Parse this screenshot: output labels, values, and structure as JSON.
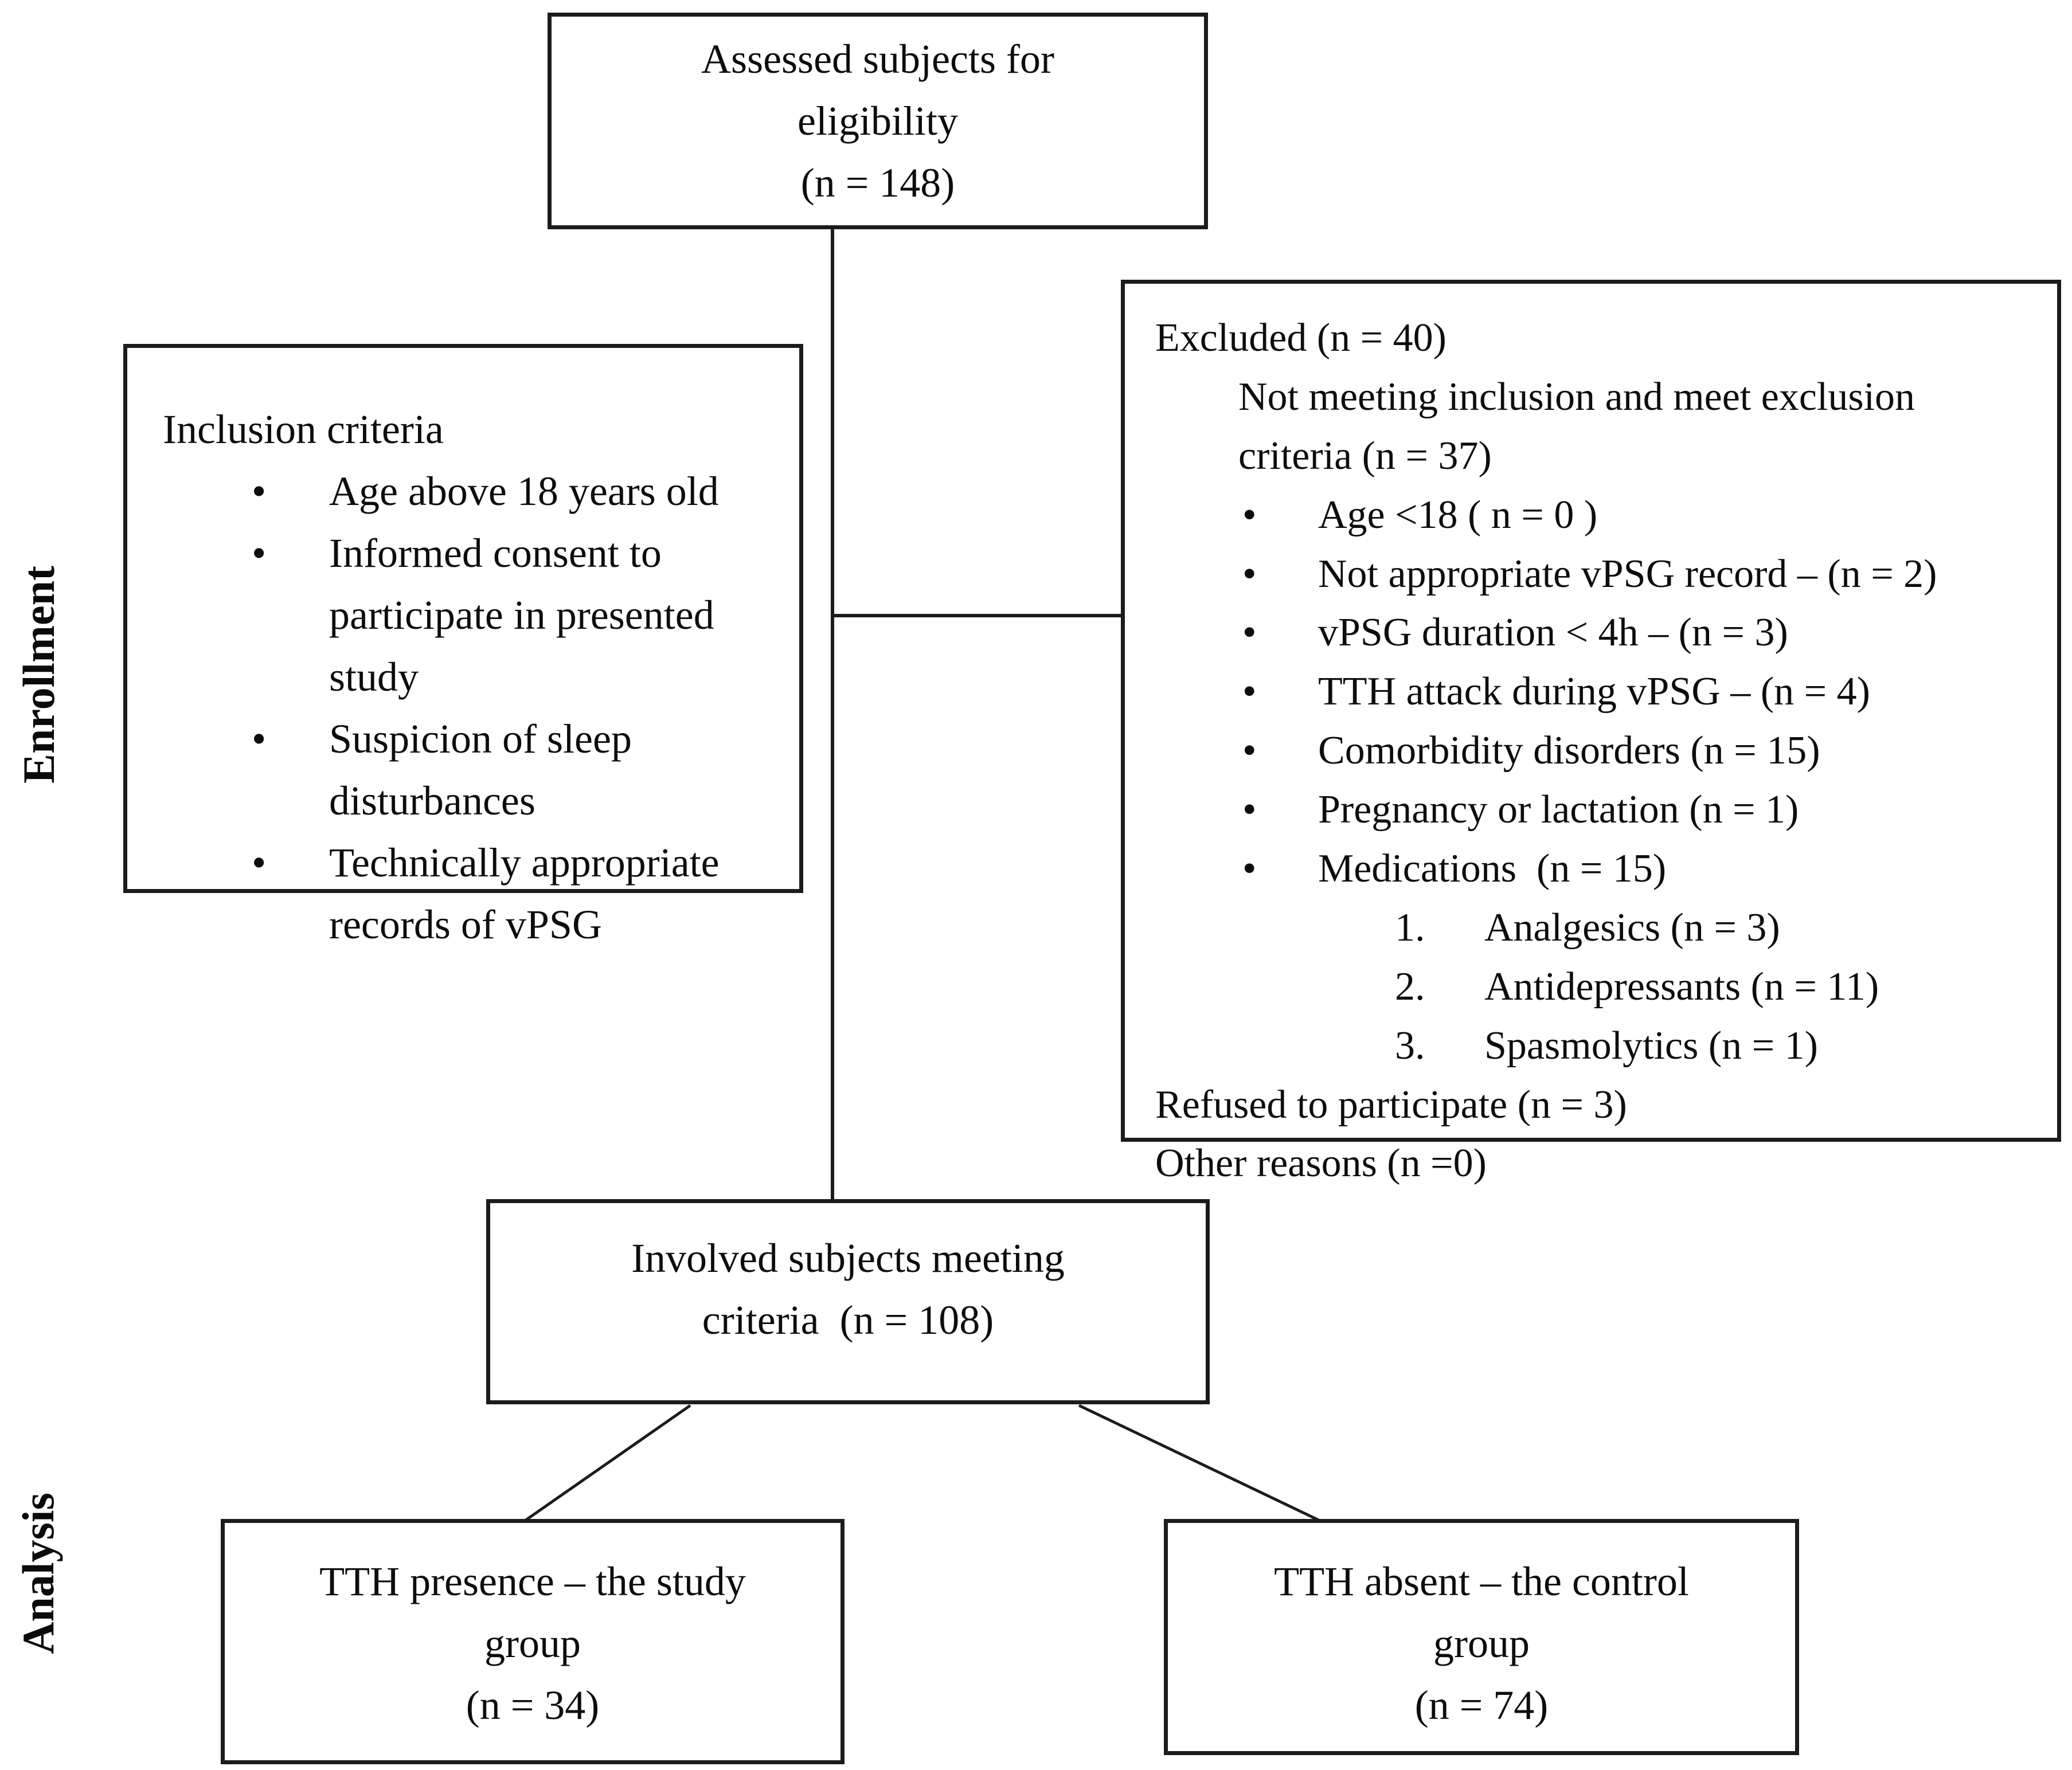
{
  "page": {
    "background": "#ffffff",
    "text_color": "#0d0d0d",
    "border_color": "#1c1c1c"
  },
  "side_labels": {
    "enrollment": "Enrollment",
    "analysis": "Analysis"
  },
  "boxes": {
    "assessed": {
      "lines": [
        "Assessed subjects for",
        "eligibility",
        "(n = 148)"
      ]
    },
    "inclusion": {
      "title": "Inclusion criteria",
      "bullets": [
        "Age above 18 years old",
        "Informed consent to\nparticipate in presented\nstudy",
        "Suspicion of sleep\ndisturbances",
        "Technically appropriate\nrecords of vPSG"
      ]
    },
    "excluded": {
      "title": "Excluded (n = 40)",
      "subtitle": "Not meeting inclusion and meet exclusion\ncriteria (n = 37)",
      "bullets": [
        "Age <18 ( n = 0 )",
        "Not appropriate vPSG record – (n = 2)",
        "vPSG duration < 4h – (n = 3)",
        "TTH attack during vPSG – (n = 4)",
        "Comorbidity disorders (n = 15)",
        "Pregnancy or lactation (n = 1)",
        "Medications  (n = 15)"
      ],
      "numbered": [
        "Analgesics (n = 3)",
        "Antidepressants (n = 11)",
        "Spasmolytics (n = 1)"
      ],
      "footer": [
        "Refused to participate (n = 3)",
        "Other reasons (n =0)"
      ]
    },
    "involved": {
      "lines": [
        "Involved subjects meeting",
        "criteria  (n = 108)"
      ]
    },
    "study_group": {
      "lines": [
        "TTH presence – the study",
        "group",
        "(n = 34)"
      ]
    },
    "control_group": {
      "lines": [
        "TTH absent – the control",
        "group",
        "(n = 74)"
      ]
    }
  }
}
